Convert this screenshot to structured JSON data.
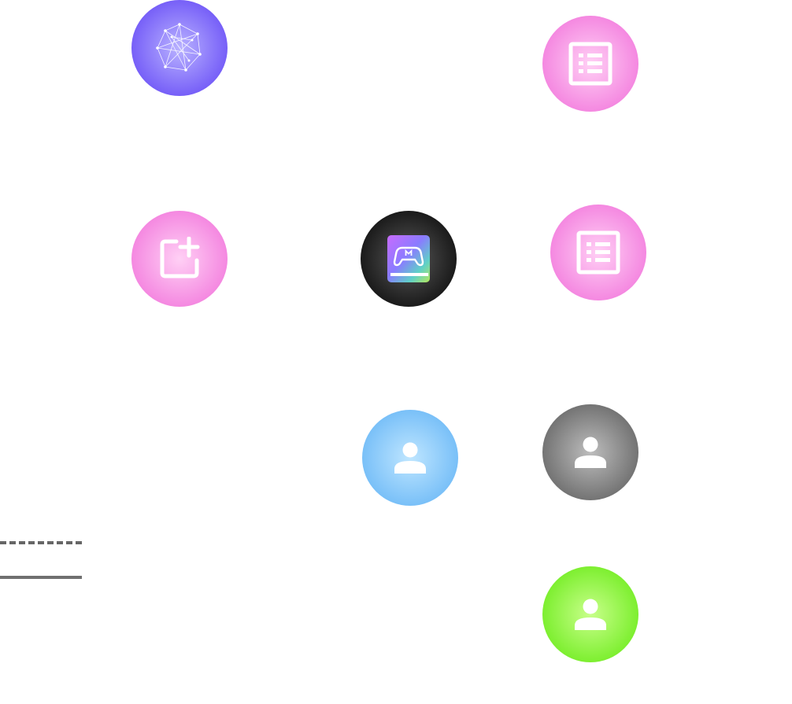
{
  "diagram": {
    "nodes": [
      {
        "id": "network",
        "icon": "network-mesh-icon",
        "colors": {
          "center": "#b9b2ff",
          "edge": "#5b3df5"
        }
      },
      {
        "id": "list-top",
        "icon": "list-icon",
        "colors": {
          "center": "#ffd0f5",
          "edge": "#f06ad8"
        }
      },
      {
        "id": "add",
        "icon": "add-square-icon",
        "colors": {
          "center": "#ffd0f5",
          "edge": "#f06ad8"
        }
      },
      {
        "id": "game",
        "icon": "game-library-icon",
        "colors": {
          "center": "#5a5a5a",
          "edge": "#000000"
        }
      },
      {
        "id": "list-mid",
        "icon": "list-icon",
        "colors": {
          "center": "#ffd0f5",
          "edge": "#f06ad8"
        }
      },
      {
        "id": "user-blue",
        "icon": "user-icon",
        "colors": {
          "center": "#bfe6ff",
          "edge": "#5cb0f5"
        }
      },
      {
        "id": "user-gray",
        "icon": "user-icon",
        "colors": {
          "center": "#bdbdbd",
          "edge": "#555555"
        }
      },
      {
        "id": "user-green",
        "icon": "user-icon",
        "colors": {
          "center": "#c8ff8a",
          "edge": "#5ee80a"
        }
      }
    ],
    "legend": [
      {
        "style": "dashed",
        "color": "#666666"
      },
      {
        "style": "solid",
        "color": "#707070"
      }
    ]
  }
}
